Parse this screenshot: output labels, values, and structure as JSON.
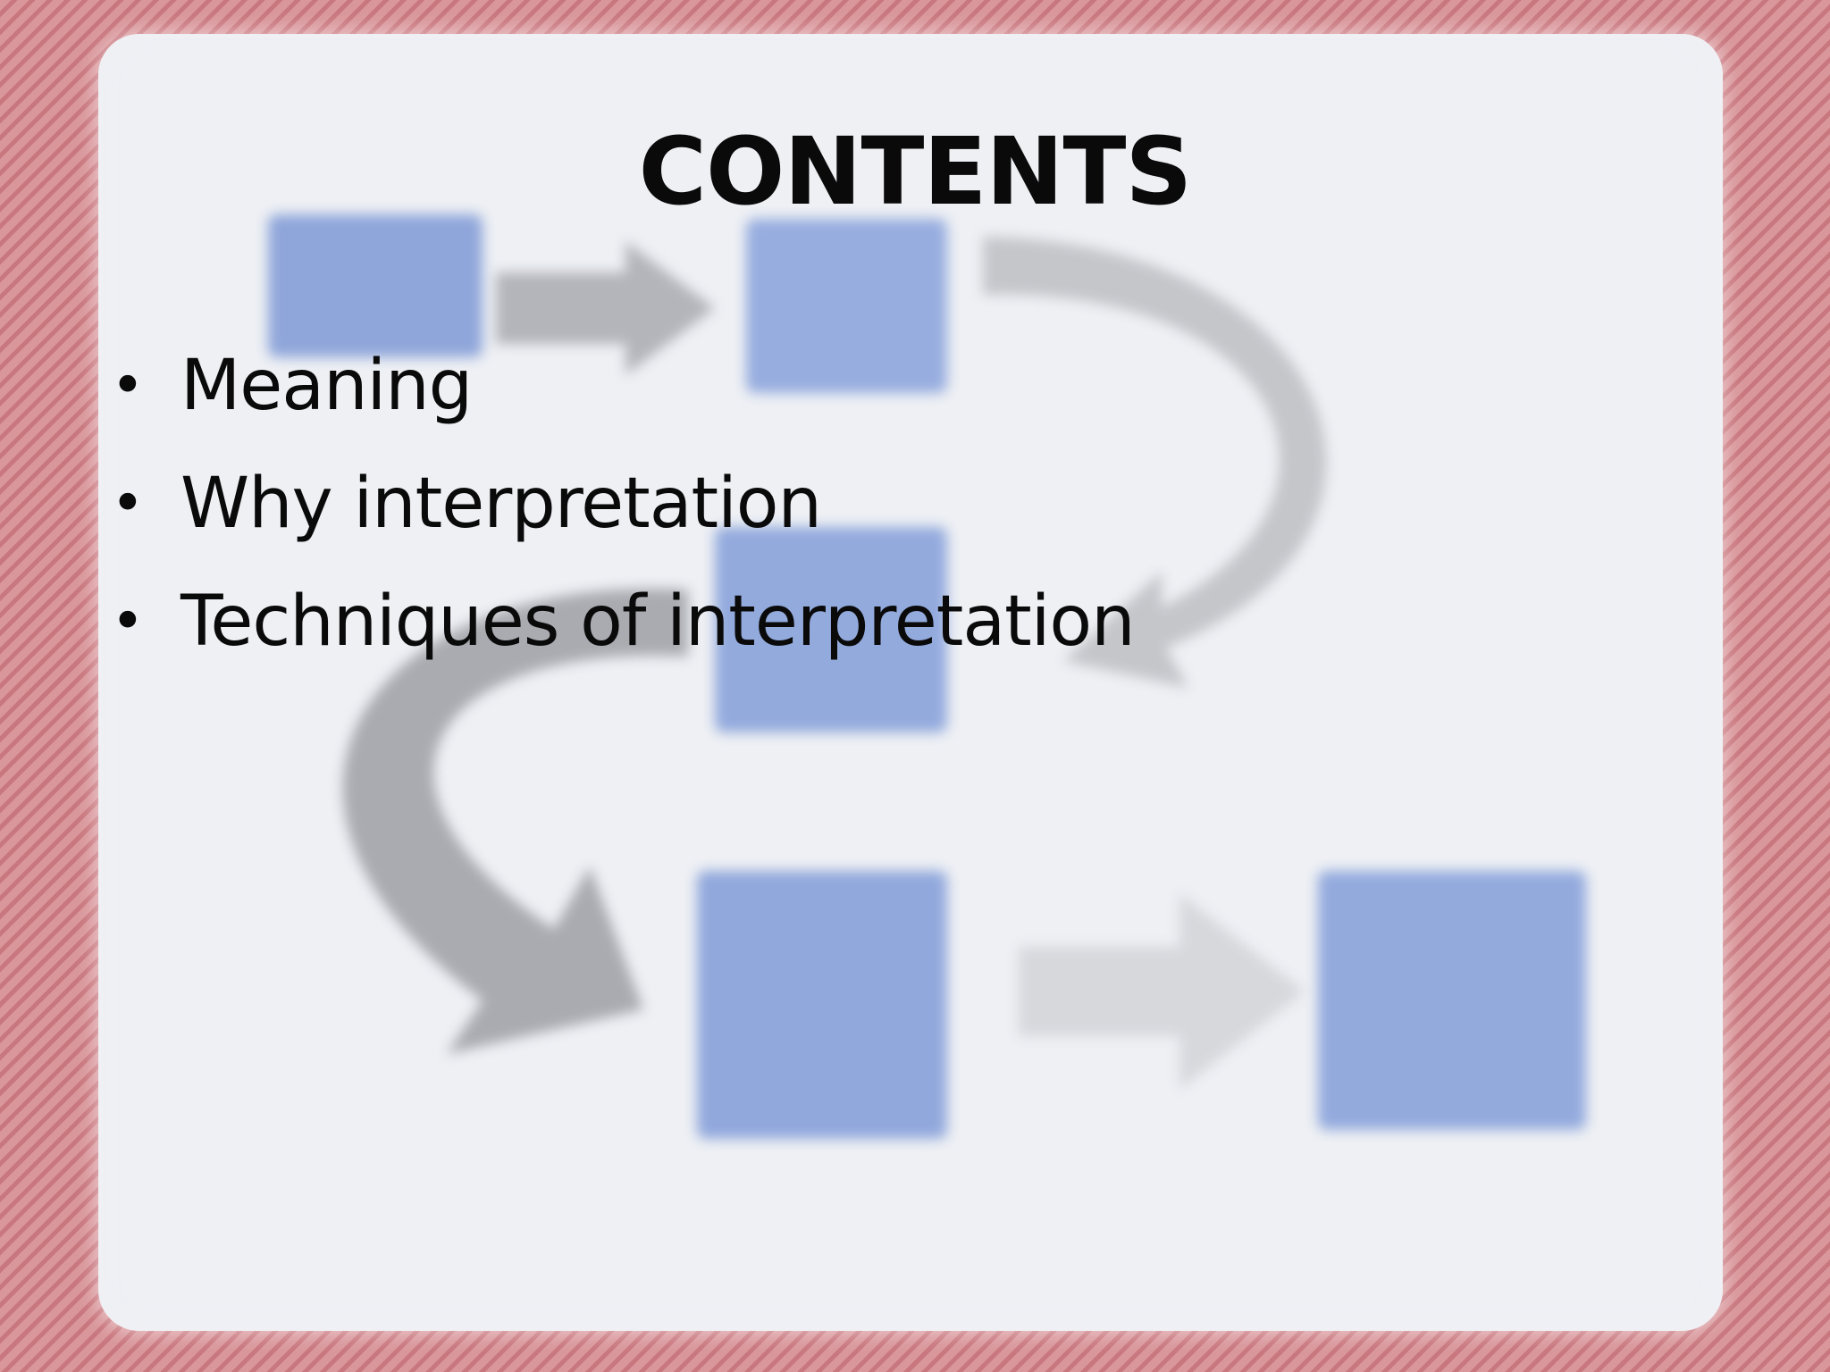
{
  "slide": {
    "title": "CONTENTS",
    "bullet_glyph": "•",
    "bullets": [
      "Meaning",
      "Why interpretation",
      "Techniques of interpretation"
    ],
    "colors": {
      "frame_pink": "#d38a8f",
      "card_background": "#eef0f4",
      "box_blue": "#92a9dc",
      "arrow_gray": "#b4b6bb"
    },
    "background_graphic": "blurred-process-flow-diagram"
  }
}
